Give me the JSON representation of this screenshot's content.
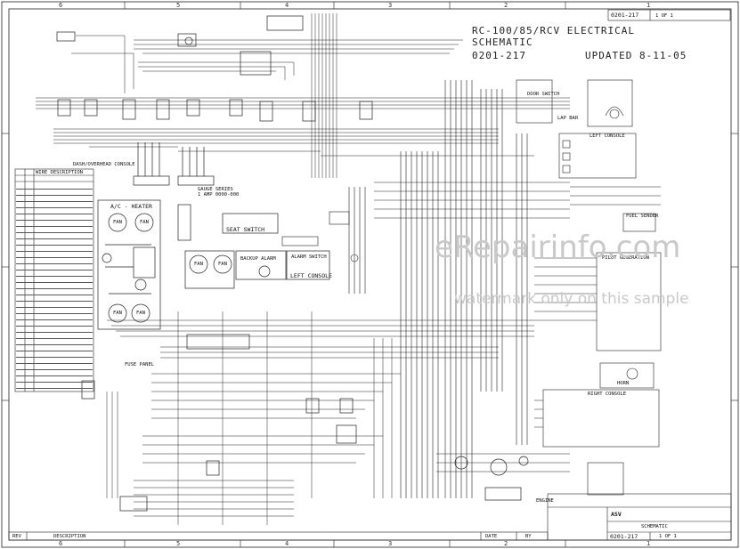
{
  "title": {
    "line1": "RC-100/85/RCV ELECTRICAL",
    "line2": "SCHEMATIC",
    "code": "0201-217",
    "updated": "UPDATED 8-11-05"
  },
  "sheet_id": "0201-217",
  "sheet_of": "1 OF 1",
  "zones_top": [
    "6",
    "5",
    "4",
    "3",
    "2",
    "1"
  ],
  "zones_bottom": [
    "6",
    "5",
    "4",
    "3",
    "2",
    "1"
  ],
  "labels": {
    "dash_console": "DASH/OVERHEAD CONSOLE",
    "gauge_series": "GAUGE SERIES",
    "gauge_part": "1 AMP 0000-000",
    "ac_heater": "A/C - HEATER",
    "seat_switch": "SEAT SWITCH",
    "backup_alarm": "BACKUP ALARM",
    "alarm_switch": "ALARM SWITCH",
    "left_console_mid": "LEFT CONSOLE",
    "left_console": "LEFT CONSOLE",
    "door_switch": "DOOR SWITCH",
    "lap_bar": "LAP BAR",
    "fuel_sender": "FUEL SENDER",
    "pilot_generation": "PILOT GENERATION",
    "horn": "HORN",
    "right_console": "RIGHT CONSOLE",
    "fuse_panel": "FUSE PANEL",
    "engine": "ENGINE",
    "fan1": "FAN",
    "fan2": "FAN",
    "fan3": "FAN",
    "fan4": "FAN",
    "fan5": "FAN",
    "fan6": "FAN",
    "wire_table_title": "WIRE DESCRIPTION",
    "title_block_rev": "REV",
    "title_block_desc": "DESCRIPTION",
    "title_block_date": "DATE",
    "title_block_by": "BY",
    "title_block_company": "ASV",
    "title_block_dwg": "0201-217",
    "title_block_sheet": "1 OF 1",
    "title_block_name": "SCHEMATIC"
  },
  "watermark": {
    "line1": "eRepairinfo.com",
    "line2": "watermark only on this sample"
  }
}
